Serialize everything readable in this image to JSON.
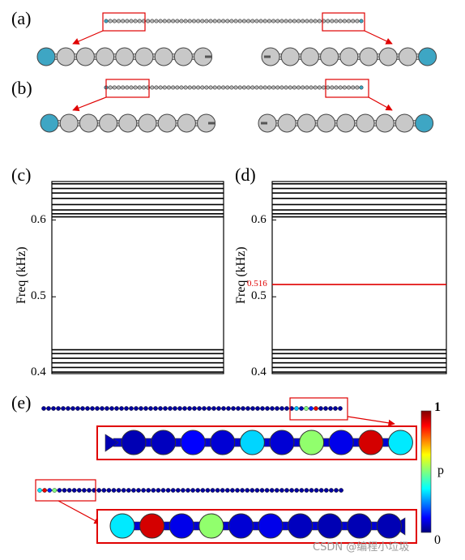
{
  "panels": {
    "a": "(a)",
    "b": "(b)",
    "c": "(c)",
    "d": "(d)",
    "e": "(e)"
  },
  "axis": {
    "ylabel": "Freq (kHz)",
    "ticks": [
      "0.6",
      "0.5",
      "0.4"
    ]
  },
  "chart_data": [
    {
      "type": "line",
      "panel": "(c)",
      "ylabel": "Freq (kHz)",
      "ylim": [
        0.4,
        0.65
      ],
      "yticks": [
        0.4,
        0.5,
        0.6
      ],
      "levels": [
        0.402,
        0.408,
        0.414,
        0.42,
        0.426,
        0.431,
        0.604,
        0.608,
        0.613,
        0.62,
        0.628,
        0.635,
        0.641,
        0.647
      ]
    },
    {
      "type": "line",
      "panel": "(d)",
      "ylabel": "Freq (kHz)",
      "ylim": [
        0.4,
        0.65
      ],
      "yticks": [
        0.4,
        0.5,
        0.6
      ],
      "levels": [
        0.402,
        0.408,
        0.414,
        0.42,
        0.426,
        0.431,
        0.604,
        0.608,
        0.613,
        0.62,
        0.628,
        0.635,
        0.641,
        0.647
      ],
      "highlight": {
        "value": 0.516,
        "label": "0.516",
        "color": "#e00000"
      }
    }
  ],
  "colorbar": {
    "max_label": "1",
    "var_label": "p",
    "min_label": "0"
  },
  "watermark": "CSDN @编程小垃圾",
  "colors": {
    "accent": "#e00000",
    "ball": "#c8c8c8",
    "edge_ball": "#3ea6c4"
  }
}
